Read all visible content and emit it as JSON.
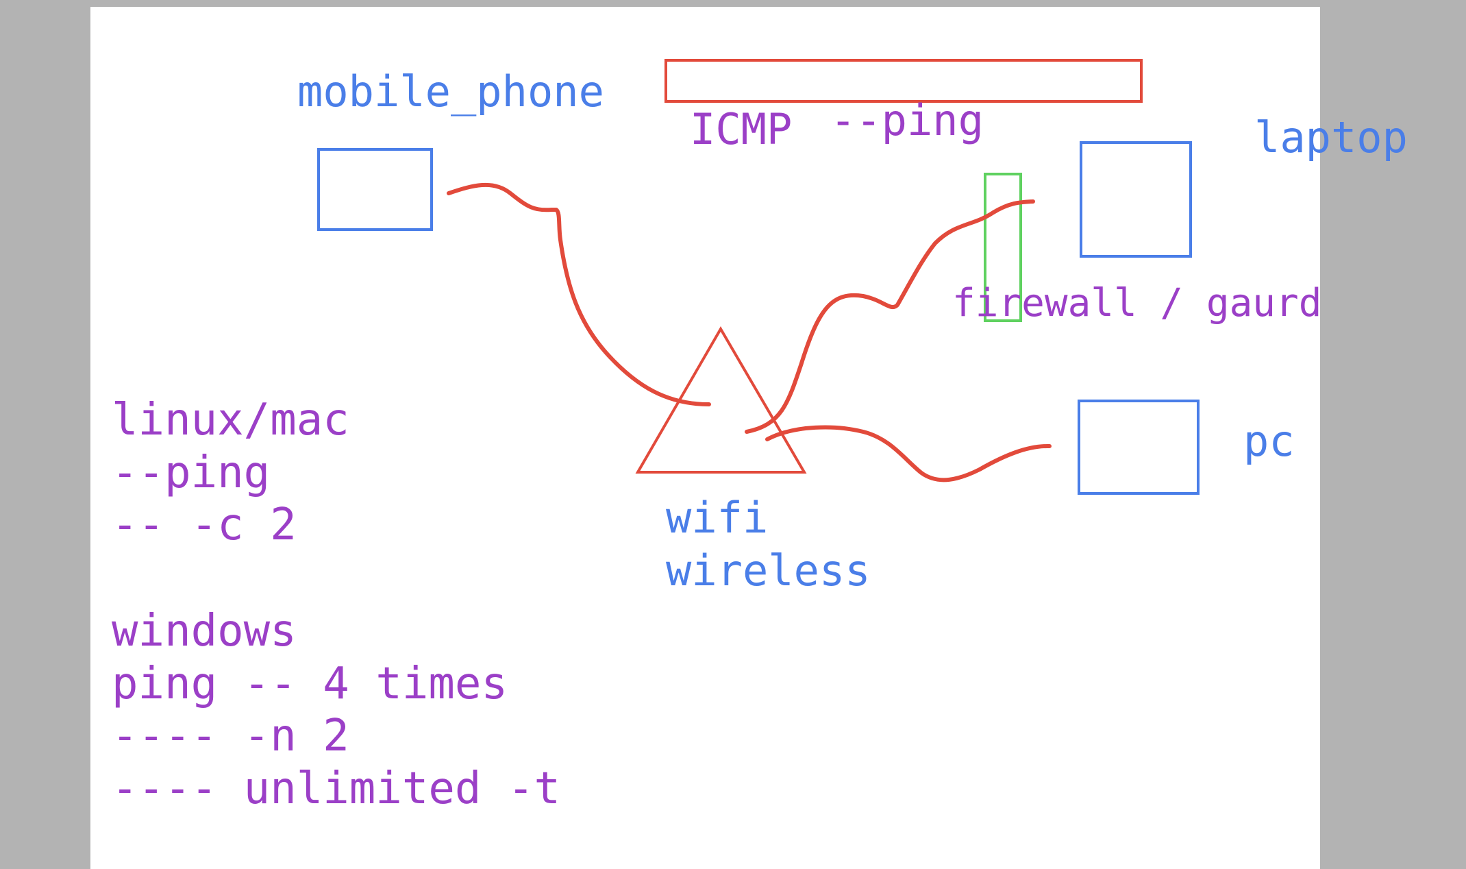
{
  "diagram": {
    "colors": {
      "background": "#b3b3b3",
      "board": "#ffffff",
      "device_blue": "#4a7ee8",
      "text_purple": "#9b3fc7",
      "link_red": "#e24a3b",
      "firewall_green": "#5fd160"
    },
    "devices": {
      "mobile_phone": "mobile_phone",
      "laptop": "laptop",
      "pc": "pc",
      "wifi_line1": "wifi",
      "wifi_line2": "wireless"
    },
    "protocol": {
      "icmp": "ICMP",
      "ping": "--ping"
    },
    "firewall": "firewall / gaurd",
    "notes": {
      "linux_mac": [
        "linux/mac",
        "--ping",
        "-- -c 2"
      ],
      "windows": [
        "windows",
        "ping -- 4 times",
        "---- -n 2",
        "---- unlimited -t"
      ]
    }
  }
}
